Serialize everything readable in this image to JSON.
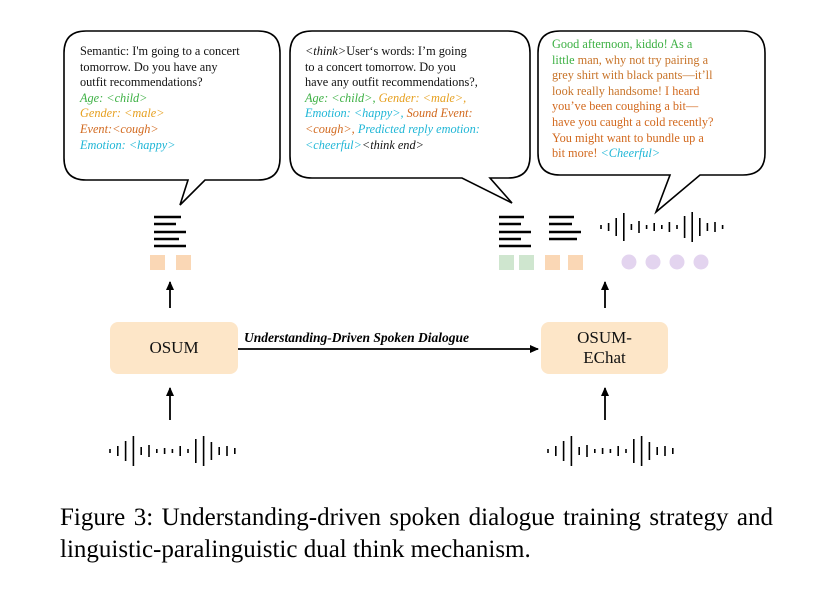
{
  "bubbles": {
    "left": {
      "semantic_lines": [
        "Semantic: I'm going to a concert",
        "tomorrow.  Do you have any",
        "outfit recommendations?"
      ],
      "age": "Age: <child>",
      "gender": "Gender: <male>",
      "event": "Event:<cough>",
      "emotion": "Emotion: <happy>"
    },
    "middle": {
      "think_open": "<think>",
      "line1_rest": "User‘s words: I’m going",
      "line2": "to a concert tomorrow.  Do you",
      "line3": "have any outfit recommendations?,",
      "age": "Age: <child>,",
      "gender": "Gender: <male>,",
      "emotion": "Emotion: <happy>,",
      "sound_event_label": "Sound Event:",
      "sound_event_value": "<cough>,",
      "predicted_label": "Predicted reply emotion:",
      "cheerful": "<cheerful>",
      "think_end": "<think end>"
    },
    "right": {
      "green_lines": [
        "Good afternoon, kiddo! As a",
        "little"
      ],
      "orange_line2": "man, why not try pairing a",
      "orange_lines": [
        "grey shirt with black pants—it’ll",
        "look really handsome!"
      ],
      "red_line4": "I heard",
      "red_lines": [
        "you’ve been coughing a bit—",
        "have you caught a cold recently?",
        "You might want to bundle up a",
        "bit more!"
      ],
      "cheerful": "<Cheerful>"
    }
  },
  "boxes": {
    "osum": "OSUM",
    "osum_echat_line1": "OSUM-",
    "osum_echat_line2": "EChat"
  },
  "flow_label": "Understanding-Driven Spoken Dialogue",
  "caption": "Figure 3: Understanding-driven spoken dialogue training strategy and linguistic-paralinguistic dual think mechanism.",
  "colors": {
    "box_fill": "#fde6c8",
    "token_orange": "#fad7b5",
    "token_green": "#cfe6cf",
    "token_purple": "#e3d4ef",
    "text_green": "#3cb043",
    "text_yellow": "#e6a020",
    "text_orange": "#d2691e",
    "text_cyan": "#1fb6d6"
  },
  "icons": [
    "speech-bubble",
    "text-lines-icon",
    "audio-waveform-icon",
    "arrow-up-icon",
    "arrow-right-icon",
    "token-square",
    "token-circle"
  ]
}
